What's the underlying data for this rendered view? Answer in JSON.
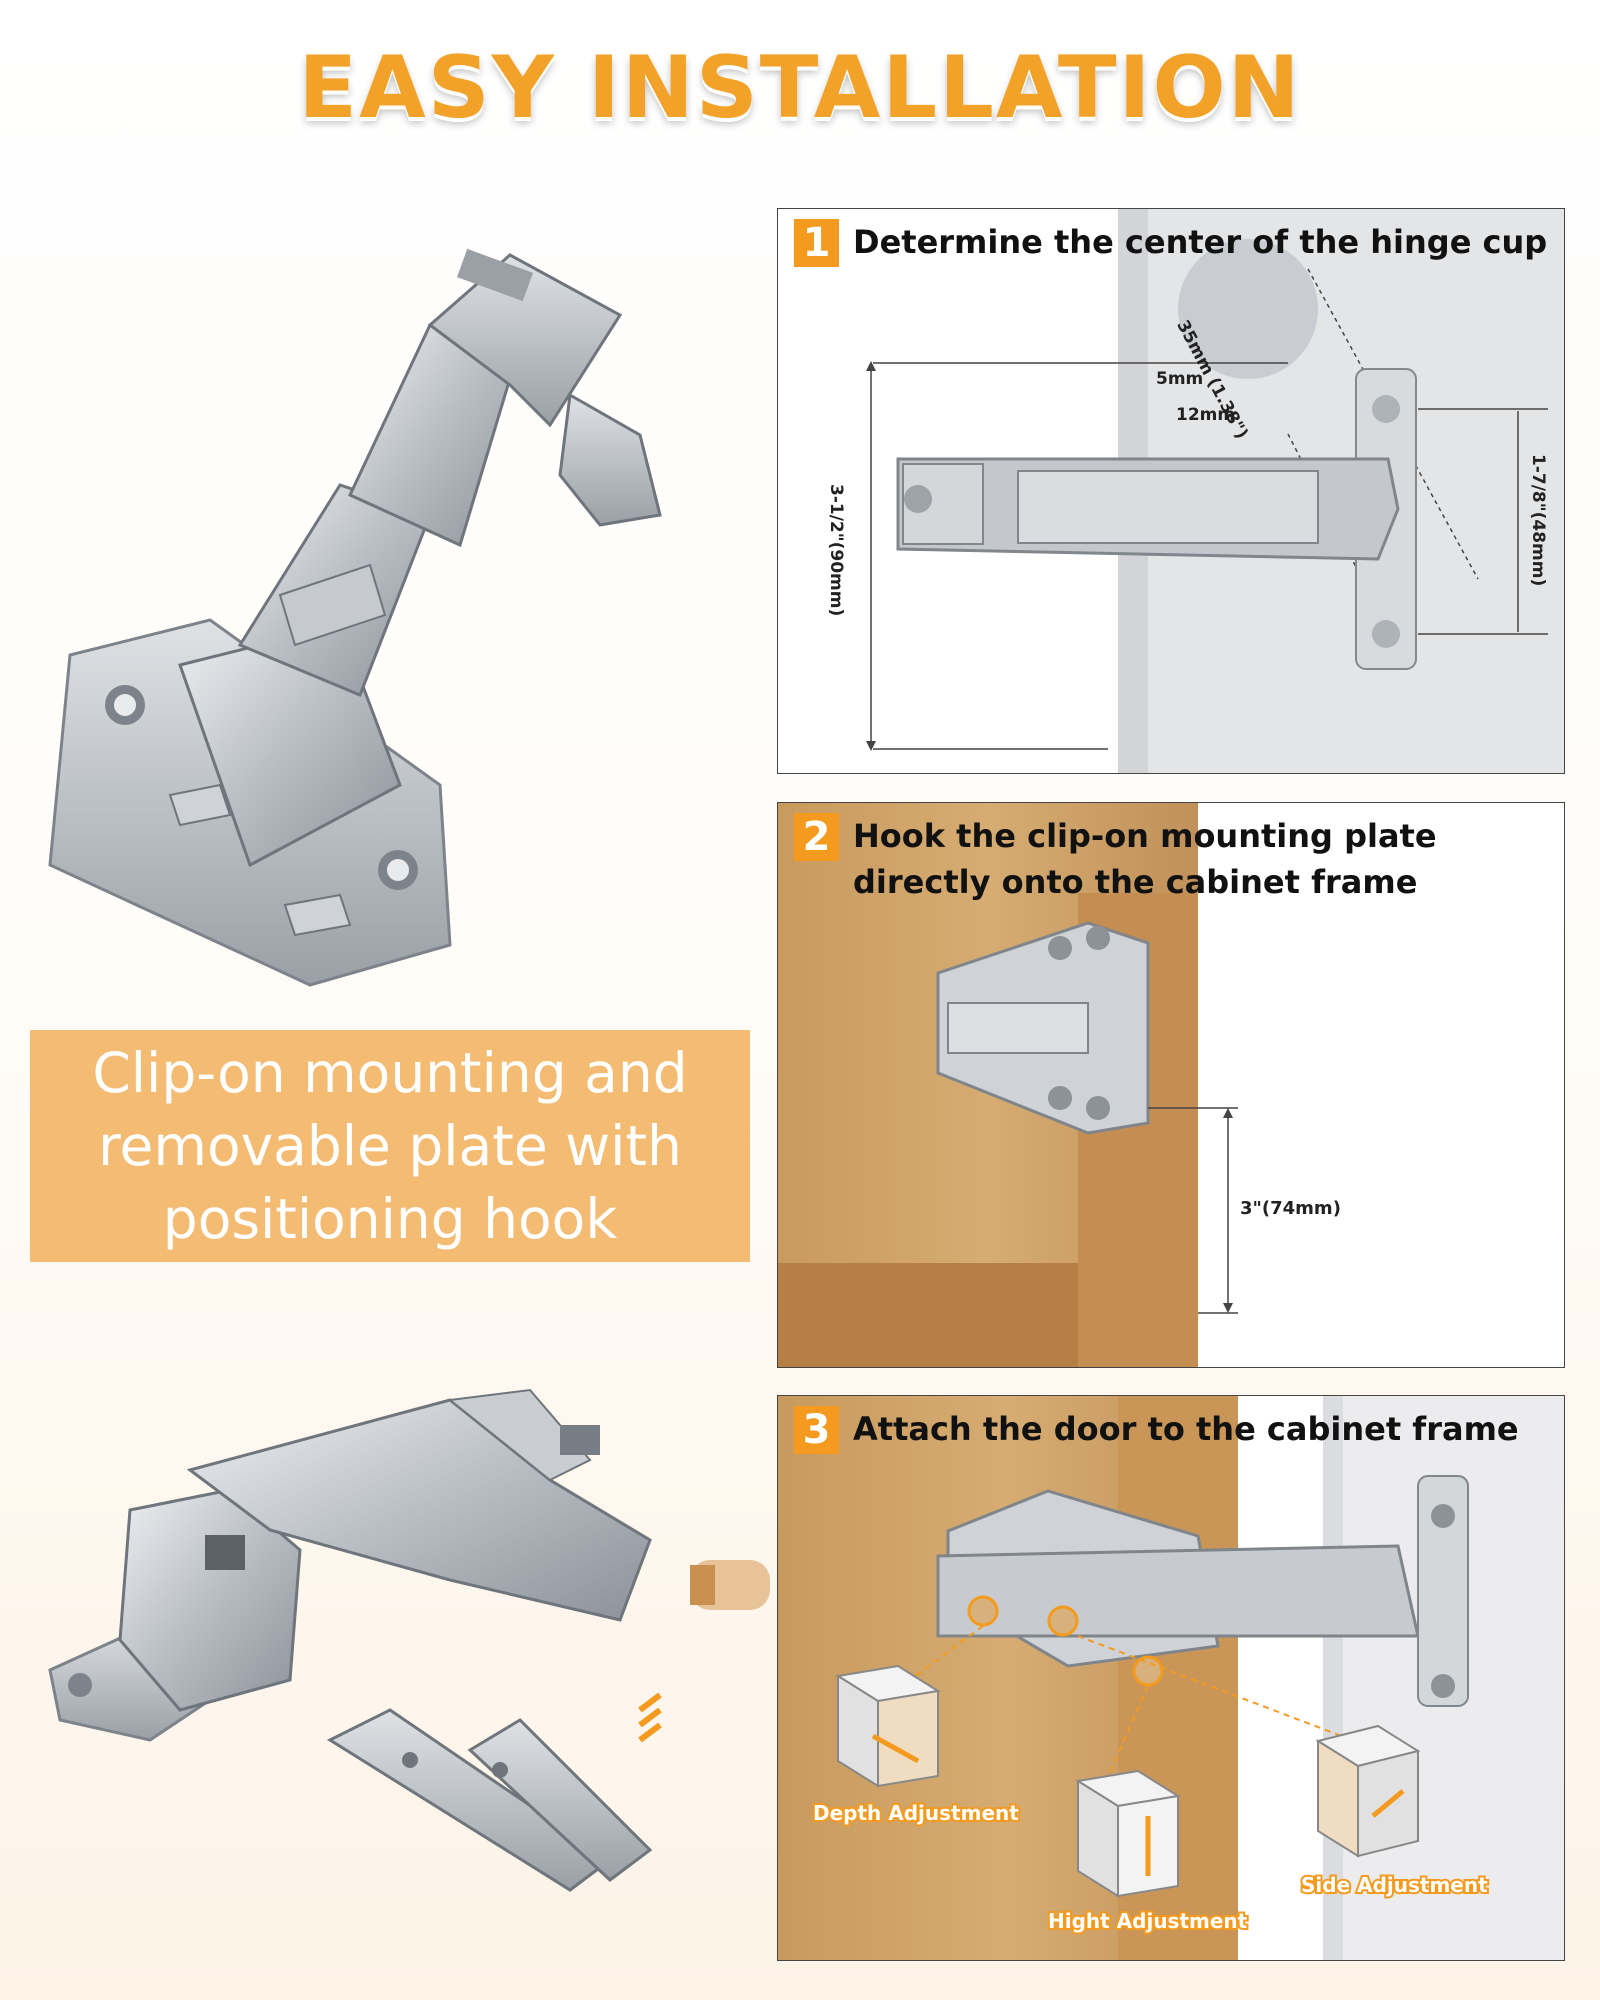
{
  "title": "EASY INSTALLATION",
  "caption": "Clip-on mounting and\nremovable plate with\n positioning hook",
  "steps": [
    {
      "number": "1",
      "text": "Determine the center of the hinge cup",
      "dims": {
        "cup": "35mm (1.38\")",
        "offset": "5mm",
        "depth": "12mm",
        "height": "3-1/2\"(90mm)",
        "screw_spacing": "1-7/8\"(48mm)"
      }
    },
    {
      "number": "2",
      "text": "Hook the clip-on mounting plate\ndirectly onto the cabinet frame",
      "dims": {
        "plate_height": "3\"(74mm)"
      }
    },
    {
      "number": "3",
      "text": "Attach the door to the cabinet frame",
      "labels": {
        "depth": "Depth Adjustment",
        "height": "Hight Adjustment",
        "side": "Side Adjustment"
      }
    }
  ],
  "colors": {
    "accent": "#f39a1f",
    "title": "#f3a229",
    "caption_bg": "#f4bb72"
  }
}
